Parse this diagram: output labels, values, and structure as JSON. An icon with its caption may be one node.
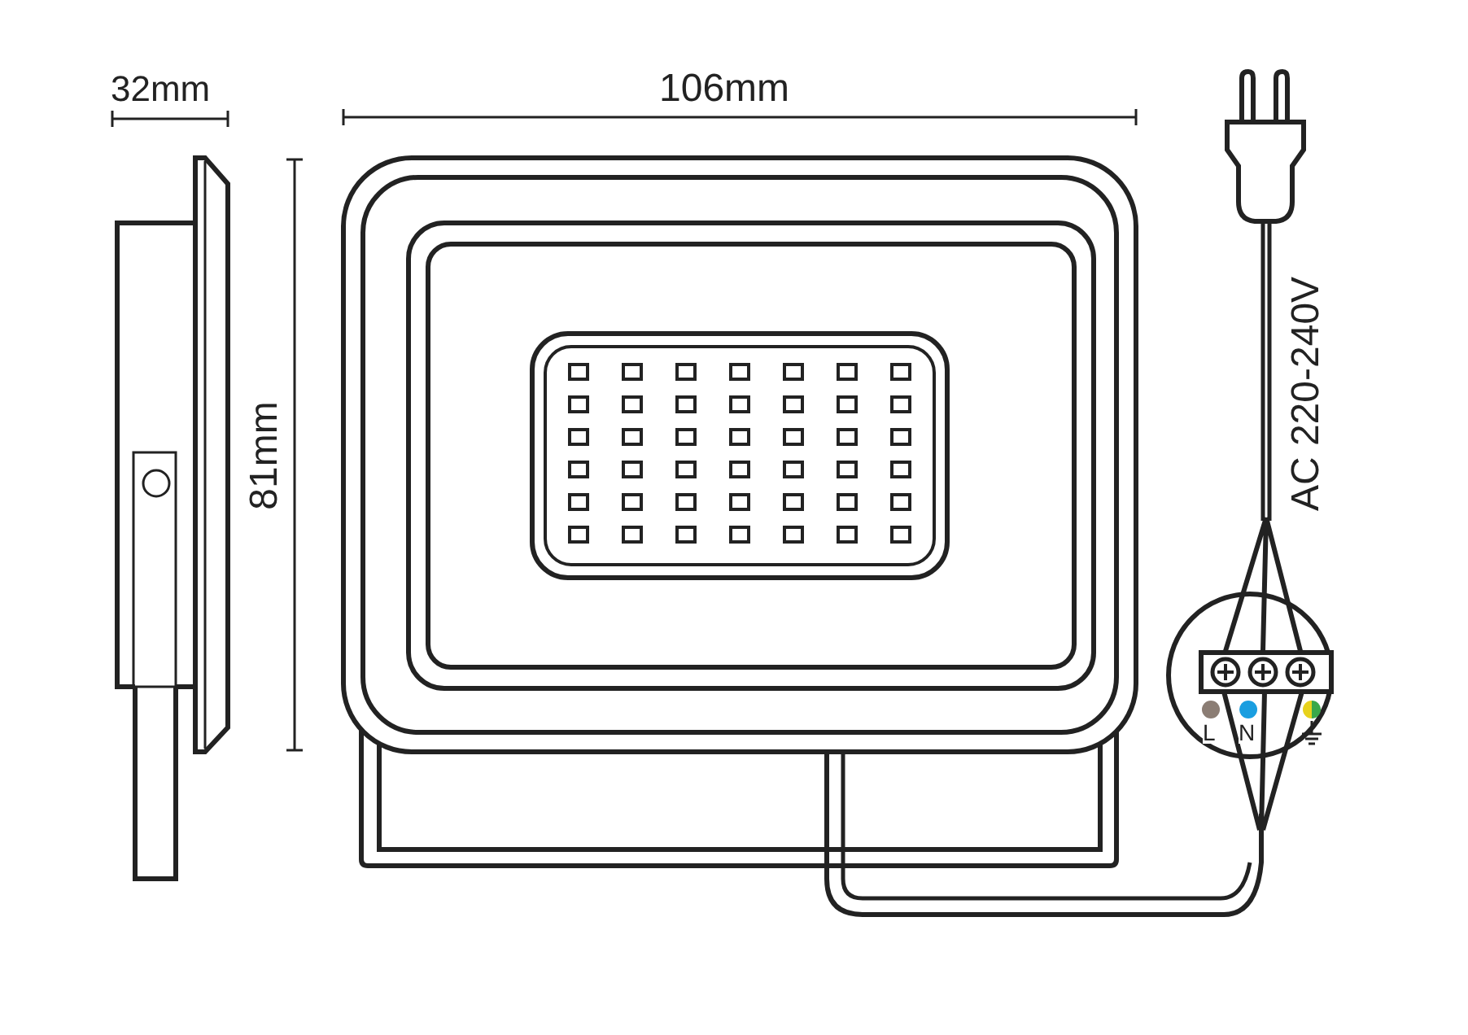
{
  "diagram": {
    "labels": [
      "32mm",
      "106mm",
      "81mm",
      "AC 220-240V",
      "L",
      "N"
    ]
  }
}
